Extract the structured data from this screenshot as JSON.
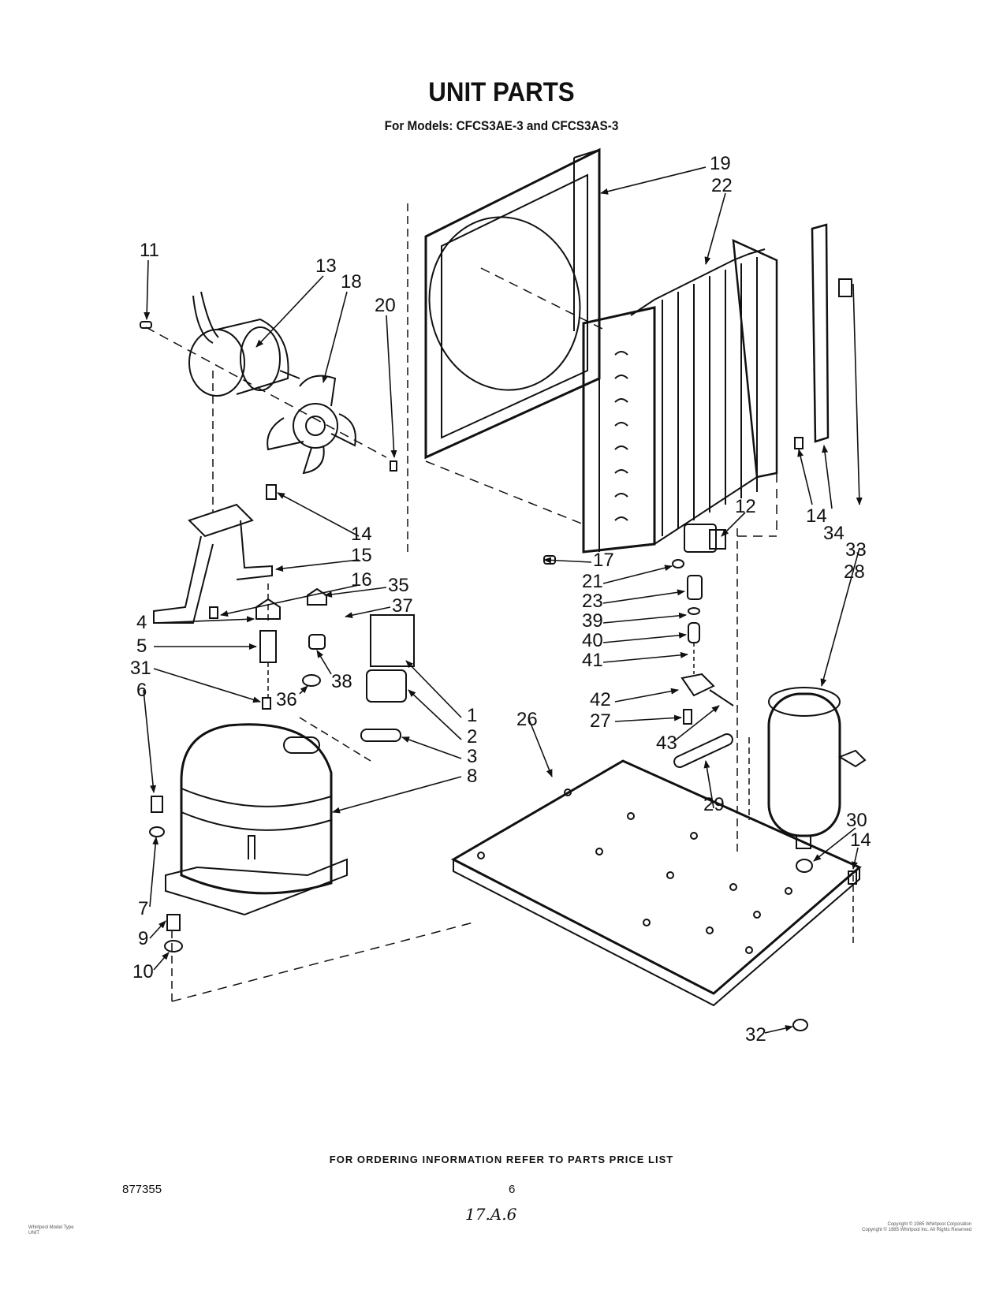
{
  "header": {
    "title": "UNIT PARTS",
    "subtitle": "For Models: CFCS3AE-3 and CFCS3AS-3"
  },
  "callouts": {
    "c1": "1",
    "c2": "2",
    "c3": "3",
    "c4": "4",
    "c5": "5",
    "c6": "6",
    "c7": "7",
    "c8": "8",
    "c9": "9",
    "c10": "10",
    "c11": "11",
    "c12": "12",
    "c13": "13",
    "c14a": "14",
    "c14b": "14",
    "c14c": "14",
    "c15": "15",
    "c16": "16",
    "c17": "17",
    "c18": "18",
    "c19": "19",
    "c20": "20",
    "c21": "21",
    "c22": "22",
    "c23": "23",
    "c26": "26",
    "c27": "27",
    "c28": "28",
    "c29": "29",
    "c30": "30",
    "c31": "31",
    "c32": "32",
    "c33": "33",
    "c34": "34",
    "c35": "35",
    "c36": "36",
    "c37": "37",
    "c38": "38",
    "c39": "39",
    "c40": "40",
    "c41": "41",
    "c42": "42",
    "c43": "43"
  },
  "footer": {
    "ordering_note": "FOR ORDERING INFORMATION REFER TO PARTS PRICE LIST",
    "doc_number": "877355",
    "page_number": "6",
    "handwritten": "17.A.6",
    "tiny_left_1": "Whirlpool Model Type",
    "tiny_left_2": "UNIT",
    "tiny_right_1": "Copyright © 1985 Whirlpool Corporation",
    "tiny_right_2": "Copyright © 1985 Whirlpool Inc. All Rights Reserved"
  }
}
